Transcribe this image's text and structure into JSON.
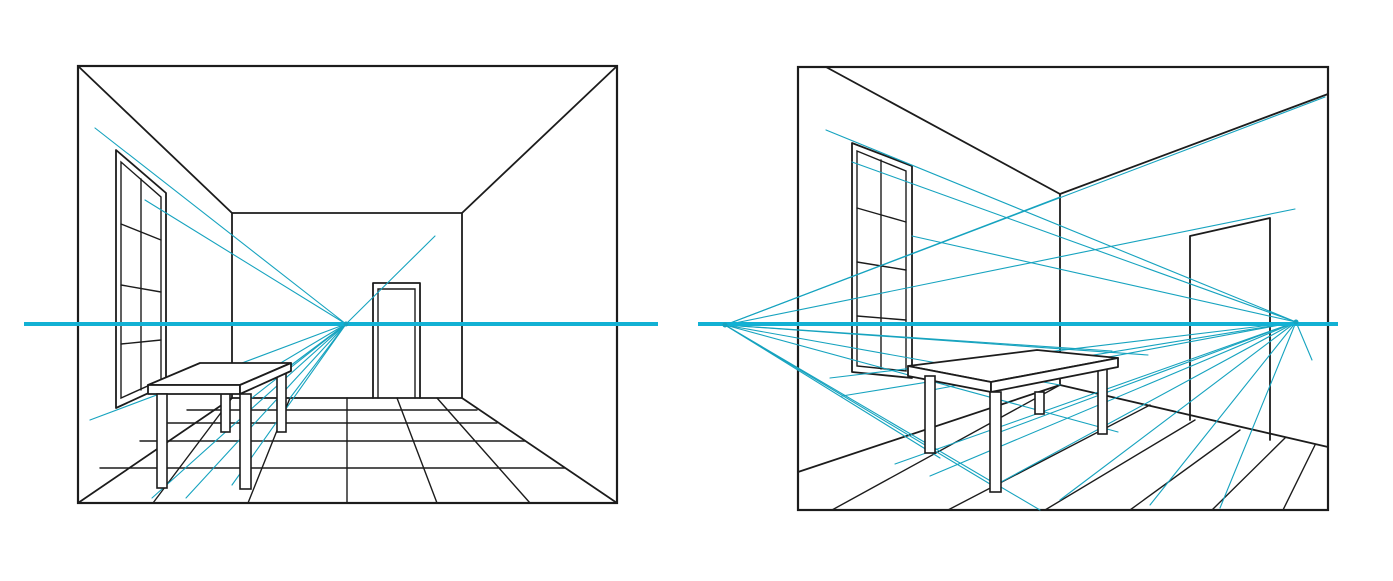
{
  "figures": [
    {
      "kind": "one-point perspective room",
      "elements": [
        "room-frame",
        "back-wall",
        "window",
        "door",
        "table",
        "tiled-floor",
        "horizon-line",
        "vanishing-point",
        "construction-lines"
      ]
    },
    {
      "kind": "two-point perspective room",
      "elements": [
        "room-frame",
        "corner-edge",
        "window",
        "door",
        "table",
        "floorboards",
        "horizon-line",
        "left-vanishing-point",
        "right-vanishing-point",
        "construction-lines"
      ]
    }
  ],
  "colors": {
    "line": "#1c1c1c",
    "construction": "#16a3bf",
    "horizon": "#12b1d4",
    "background": "#ffffff"
  }
}
